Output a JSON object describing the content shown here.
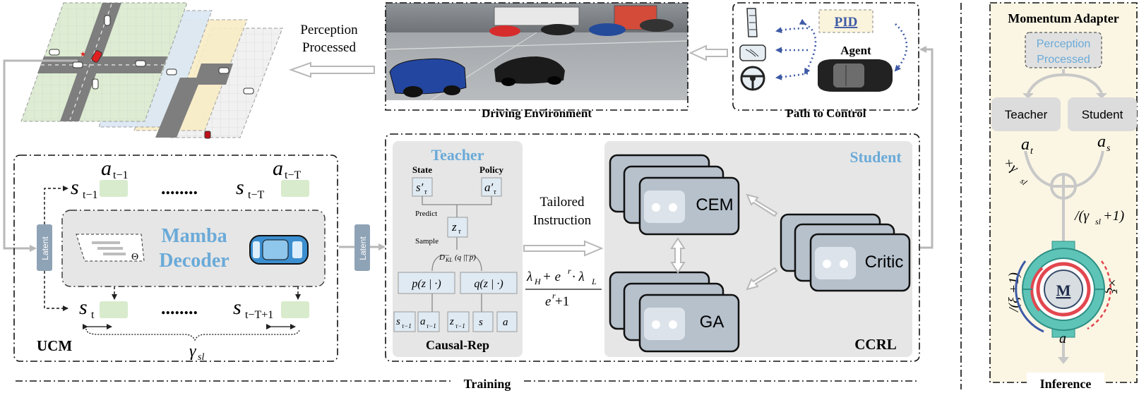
{
  "colors": {
    "accent_blue": "#6aaad8",
    "arrow_gray": "#b8b8b8",
    "panel_gray": "#e6e6e6",
    "slot_green": "#d8ebcc",
    "inference_bg": "#fbf6e4",
    "momentum_teal": "#5fc4b8",
    "momentum_red": "#e2474f",
    "dotted_blue": "#3e5aa6",
    "latent_fill": "#8fa3b6"
  },
  "icons": [
    "bev-map-icon",
    "driving-scene-icon",
    "pedal-icon",
    "gear-icon",
    "steering-wheel-icon",
    "car-topdown-icon",
    "robot-icon",
    "momentum-dial-icon",
    "sum-circle-icon"
  ],
  "perception": {
    "line1": "Perception",
    "line2": "Processed"
  },
  "env": {
    "label": "Driving Environment"
  },
  "control": {
    "pid": "PID",
    "agent": "Agent",
    "label": "Path to Control"
  },
  "ucm": {
    "label": "UCM",
    "mamba1": "Mamba",
    "mamba2": "Decoder",
    "theta": "Θ",
    "latent": "Latent",
    "dots": "........",
    "gamma": "γ",
    "gamma_sub": "sl",
    "top_left_s": "s",
    "top_left_s_sub": "t−1",
    "top_left_a": "a",
    "top_left_a_sub": "t−1",
    "top_right_s": "s",
    "top_right_s_sub": "t−T",
    "top_right_a": "a",
    "top_right_a_sub": "t−T",
    "bot_left_s": "s",
    "bot_left_s_sub": "t",
    "bot_right_s": "s",
    "bot_right_s_sub": "t−T+1"
  },
  "training": {
    "latent": "Latent",
    "teacher": "Teacher",
    "state": "State",
    "policy": "Policy",
    "s_prime": "s′",
    "a_prime": "a′",
    "tau": "τ",
    "predict": "Predict",
    "sample": "Sample",
    "z_tau": "z",
    "kl": "D",
    "kl_sub": "KL",
    "kl_arg": "(q || p)",
    "p_node": "p(z  | ·)",
    "q_node": "q(z  | ·)",
    "inputs": [
      "s",
      "a",
      "z",
      "s⃗",
      "a⃗"
    ],
    "input_subs": [
      "τ−1",
      "τ−1",
      "τ−1",
      "",
      ""
    ],
    "causal_rep": "Causal-Rep",
    "tailored1": "Tailored",
    "tailored2": "Instruction",
    "frac_num": "λ",
    "frac_num_h": "H",
    "frac_num_mid": " + e",
    "frac_num_r": "r",
    "frac_num_dot": " · λ",
    "frac_num_l": "L",
    "frac_den": "e",
    "frac_den_r": "r",
    "frac_den_tail": " +1",
    "student": "Student",
    "cem": "CEM",
    "critic": "Critic",
    "ga": "GA",
    "ccrl": "CCRL",
    "label": "Training"
  },
  "inference": {
    "title": "Momentum Adapter",
    "pp1": "Perception",
    "pp2": "Processed",
    "teacher": "Teacher",
    "student": "Student",
    "a": "a",
    "a_t_sub": "t",
    "a_s_sub": "s",
    "times_gamma": "×γ",
    "times_gamma_sub": "sl",
    "div_gamma": "/(γ",
    "div_gamma_sub": "sl",
    "div_gamma_tail": " +1)",
    "div_xi": "/(ξ +1)",
    "times_xi": "×ξ",
    "m": "M",
    "output": "a",
    "label": "Inference"
  }
}
